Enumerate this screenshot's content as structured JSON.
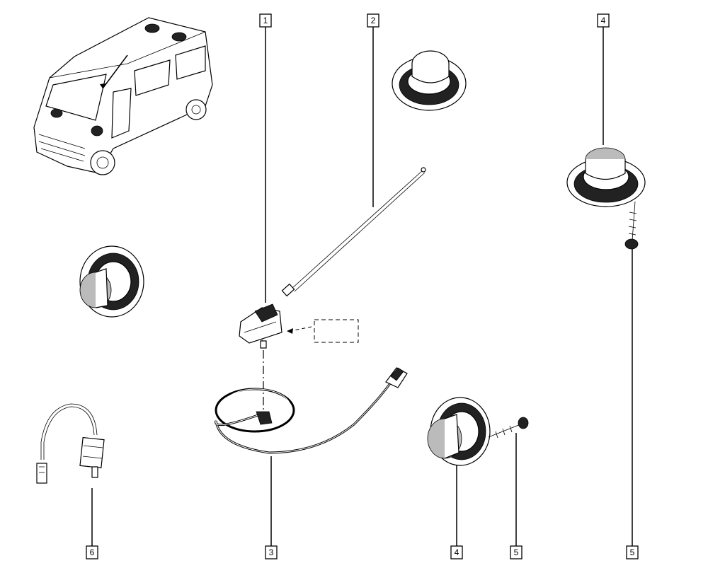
{
  "callouts": {
    "top": [
      "1",
      "2",
      "4"
    ],
    "bottom": [
      "6",
      "3",
      "4",
      "5",
      "5"
    ]
  },
  "parts": {
    "vehicle": "van-location-view",
    "antenna_base": "antenna-base",
    "antenna_mast": "antenna-rod",
    "cable": "antenna-cable",
    "speakers": "loudspeaker",
    "screw": "screw",
    "suppressor": "interference-suppressor"
  },
  "colors": {
    "ink": "#000000",
    "paper": "#ffffff",
    "shade": "#bbbbbb"
  }
}
